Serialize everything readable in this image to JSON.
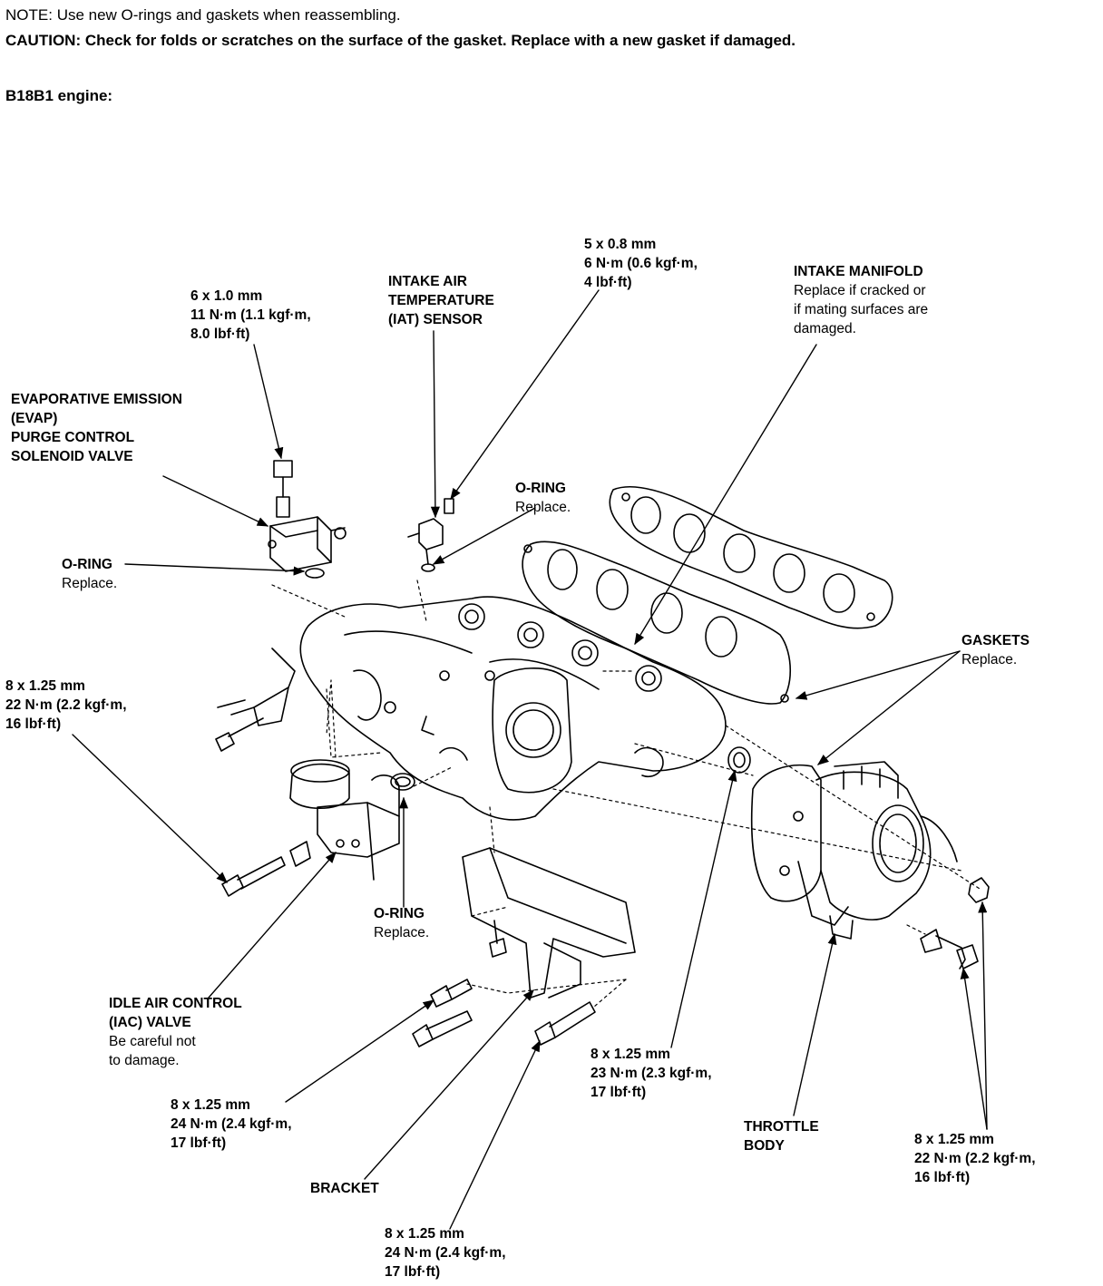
{
  "header": {
    "note_prefix": "NOTE:",
    "note_text": "Use new O-rings and gaskets when reassembling.",
    "caution_prefix": "CAUTION:",
    "caution_text": "Check for folds or scratches on the surface of the gasket. Replace with a new gasket if damaged.",
    "engine": "B18B1 engine:"
  },
  "callouts": {
    "bolt_6x10": {
      "l1": "6 x 1.0 mm",
      "l2": "11 N·m (1.1 kgf·m,",
      "l3": "8.0 lbf·ft)"
    },
    "iat": {
      "l1": "INTAKE AIR",
      "l2": "TEMPERATURE",
      "l3": "(IAT) SENSOR"
    },
    "bolt_5x08": {
      "l1": "5 x 0.8 mm",
      "l2": "6 N·m (0.6 kgf·m,",
      "l3": "4 lbf·ft)"
    },
    "intake_manifold": {
      "title": "INTAKE MANIFOLD",
      "l1": "Replace if cracked or",
      "l2": "if mating surfaces are",
      "l3": "damaged."
    },
    "evap": {
      "l1": "EVAPORATIVE EMISSION",
      "l2": "(EVAP)",
      "l3": "PURGE CONTROL",
      "l4": "SOLENOID VALVE"
    },
    "oring_top": {
      "title": "O-RING",
      "sub": "Replace."
    },
    "oring_left": {
      "title": "O-RING",
      "sub": "Replace."
    },
    "gaskets": {
      "title": "GASKETS",
      "sub": "Replace."
    },
    "bolt_left_8x125": {
      "l1": "8 x 1.25 mm",
      "l2": "22 N·m (2.2 kgf·m,",
      "l3": "16 lbf·ft)"
    },
    "oring_bottom": {
      "title": "O-RING",
      "sub": "Replace."
    },
    "iac": {
      "l1": "IDLE AIR CONTROL",
      "l2": "(IAC) VALVE",
      "s1": "Be careful not",
      "s2": "to damage."
    },
    "bolt_iac_8x125": {
      "l1": "8 x 1.25 mm",
      "l2": "24 N·m (2.4 kgf·m,",
      "l3": "17 lbf·ft)"
    },
    "bracket": {
      "title": "BRACKET"
    },
    "bolt_bottom_8x125": {
      "l1": "8 x 1.25 mm",
      "l2": "24 N·m (2.4 kgf·m,",
      "l3": "17 lbf·ft)"
    },
    "bolt_mid_8x125": {
      "l1": "8 x 1.25 mm",
      "l2": "23 N·m (2.3 kgf·m,",
      "l3": "17 lbf·ft)"
    },
    "throttle_body": {
      "l1": "THROTTLE",
      "l2": "BODY"
    },
    "bolt_right_8x125": {
      "l1": "8 x 1.25 mm",
      "l2": "22 N·m (2.2 kgf·m,",
      "l3": "16 lbf·ft)"
    }
  }
}
